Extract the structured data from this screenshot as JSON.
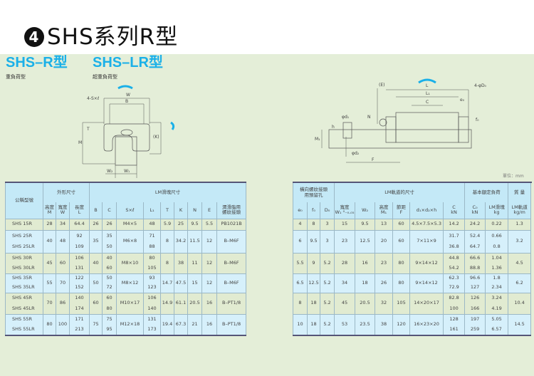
{
  "title": {
    "number": "4",
    "text": "SHS系列R型"
  },
  "types": [
    {
      "name": "SHS–R型",
      "desc": "重負荷型"
    },
    {
      "name": "SHS–LR型",
      "desc": "超重負荷型"
    }
  ],
  "unit": "單位：mm",
  "diagram_labels": {
    "front": [
      "W",
      "B",
      "4-S×ℓ",
      "T",
      "M",
      "(K)",
      "W₂",
      "W₁"
    ],
    "side": [
      "(E)",
      "L",
      "L₁",
      "C",
      "e₀",
      "4-φD₀",
      "N",
      "f₀",
      "φd₁",
      "h",
      "M₁",
      "φd₂",
      "F"
    ]
  },
  "left_table": {
    "headers": {
      "model": "公稱型號",
      "outer": "外形尺寸",
      "lm_block": "LM滑塊尺寸",
      "M": "高度\nM",
      "W": "寬度\nW",
      "L": "長度\nL",
      "B": "B",
      "C": "C",
      "S": "S×ℓ",
      "L1": "L₁",
      "T": "T",
      "K": "K",
      "N": "N",
      "E": "E",
      "lube": "潤滑脂用\n螺紋接頭"
    },
    "groups": [
      {
        "models": [
          "SHS 15R"
        ],
        "M": "28",
        "W": "34",
        "L": [
          "64.4"
        ],
        "B": "26",
        "C": [
          "26"
        ],
        "S": "M4×5",
        "L1": [
          "48"
        ],
        "T": "5.9",
        "K": "25",
        "N": "9.5",
        "E": "5.5",
        "lube": "PB1021B"
      },
      {
        "models": [
          "SHS 25R",
          "SHS 25LR"
        ],
        "M": "40",
        "W": "48",
        "L": [
          "92",
          "109"
        ],
        "B": "35",
        "C": [
          "35",
          "50"
        ],
        "S": "M6×8",
        "L1": [
          "71",
          "88"
        ],
        "T": "8",
        "K": "34.2",
        "N": "11.5",
        "E": "12",
        "lube": "B–M6F"
      },
      {
        "models": [
          "SHS 30R",
          "SHS 30LR"
        ],
        "M": "45",
        "W": "60",
        "L": [
          "106",
          "131"
        ],
        "B": "40",
        "C": [
          "40",
          "60"
        ],
        "S": "M8×10",
        "L1": [
          "80",
          "105"
        ],
        "T": "8",
        "K": "38",
        "N": "11",
        "E": "12",
        "lube": "B–M6F"
      },
      {
        "models": [
          "SHS 35R",
          "SHS 35LR"
        ],
        "M": "55",
        "W": "70",
        "L": [
          "122",
          "152"
        ],
        "B": "50",
        "C": [
          "50",
          "72"
        ],
        "S": "M8×12",
        "L1": [
          "93",
          "123"
        ],
        "T": "14.7",
        "K": "47.5",
        "N": "15",
        "E": "12",
        "lube": "B–M6F"
      },
      {
        "models": [
          "SHS 45R",
          "SHS 45LR"
        ],
        "M": "70",
        "W": "86",
        "L": [
          "140",
          "174"
        ],
        "B": "60",
        "C": [
          "60",
          "80"
        ],
        "S": "M10×17",
        "L1": [
          "106",
          "140"
        ],
        "T": "14.9",
        "K": "61.1",
        "N": "20.5",
        "E": "16",
        "lube": "B–PT1/8"
      },
      {
        "models": [
          "SHS 55R",
          "SHS 55LR"
        ],
        "M": "80",
        "W": "100",
        "L": [
          "171",
          "213"
        ],
        "B": "75",
        "C": [
          "75",
          "95"
        ],
        "S": "M12×18",
        "L1": [
          "131",
          "173"
        ],
        "T": "19.4",
        "K": "67.3",
        "N": "21",
        "E": "16",
        "lube": "B–PT1/8"
      }
    ]
  },
  "right_table": {
    "headers": {
      "side_hole": "橫向螺紋接頭\n用預留孔",
      "lm_rail": "LM軌道的尺寸",
      "load": "基本額定負荷",
      "mass": "質 量",
      "e0": "e₀",
      "f0": "f₀",
      "D0": "D₀",
      "W1": "寬度\nW₁ ⁰₋₀.₀₅",
      "W2": "W₂",
      "M1": "高度\nM₁",
      "F": "節距\nF",
      "d": "d₁×d₂×h",
      "C": "C\nkN",
      "C0": "C₀\nkN",
      "kg": "LM滑塊\nkg",
      "kgm": "LM軌道\nkg/m"
    },
    "groups": [
      {
        "e0": "4",
        "f0": "8",
        "D0": "3",
        "W1": "15",
        "W2": "9.5",
        "M1": "13",
        "F": "60",
        "d": "4.5×7.5×5.3",
        "C": [
          "14.2"
        ],
        "C0": [
          "24.2"
        ],
        "kg": [
          "0.22"
        ],
        "kgm": "1.3"
      },
      {
        "e0": "6",
        "f0": "9.5",
        "D0": "3",
        "W1": "23",
        "W2": "12.5",
        "M1": "20",
        "F": "60",
        "d": "7×11×9",
        "C": [
          "31.7",
          "36.8"
        ],
        "C0": [
          "52.4",
          "64.7"
        ],
        "kg": [
          "0.66",
          "0.8"
        ],
        "kgm": "3.2"
      },
      {
        "e0": "5.5",
        "f0": "9",
        "D0": "5.2",
        "W1": "28",
        "W2": "16",
        "M1": "23",
        "F": "80",
        "d": "9×14×12",
        "C": [
          "44.8",
          "54.2"
        ],
        "C0": [
          "66.6",
          "88.8"
        ],
        "kg": [
          "1.04",
          "1.36"
        ],
        "kgm": "4.5"
      },
      {
        "e0": "6.5",
        "f0": "12.5",
        "D0": "5.2",
        "W1": "34",
        "W2": "18",
        "M1": "26",
        "F": "80",
        "d": "9×14×12",
        "C": [
          "62.3",
          "72.9"
        ],
        "C0": [
          "96.6",
          "127"
        ],
        "kg": [
          "1.8",
          "2.34"
        ],
        "kgm": "6.2"
      },
      {
        "e0": "8",
        "f0": "18",
        "D0": "5.2",
        "W1": "45",
        "W2": "20.5",
        "M1": "32",
        "F": "105",
        "d": "14×20×17",
        "C": [
          "82.8",
          "100"
        ],
        "C0": [
          "126",
          "166"
        ],
        "kg": [
          "3.24",
          "4.19"
        ],
        "kgm": "10.4"
      },
      {
        "e0": "10",
        "f0": "18",
        "D0": "5.2",
        "W1": "53",
        "W2": "23.5",
        "M1": "38",
        "F": "120",
        "d": "16×23×20",
        "C": [
          "128",
          "161"
        ],
        "C0": [
          "197",
          "259"
        ],
        "kg": [
          "5.05",
          "6.57"
        ],
        "kgm": "14.5"
      }
    ]
  },
  "colors": {
    "accent": "#1ab0e8",
    "header": "#c4e9f7",
    "row_blue": "#d6f0fb",
    "row_green": "#e1ebd1",
    "panel": "#e4eed8"
  }
}
